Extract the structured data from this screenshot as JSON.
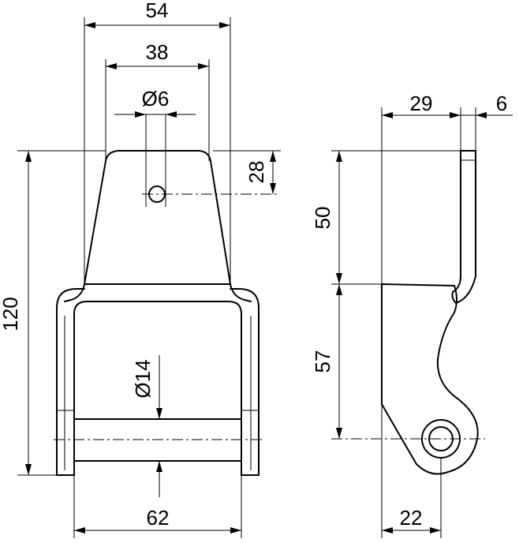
{
  "front_view": {
    "dim_top_width": "54",
    "dim_top_inner": "38",
    "dim_hole_small": "Ø6",
    "dim_hole_offset": "28",
    "dim_total_height": "120",
    "dim_pin": "Ø14",
    "dim_bottom_width": "62"
  },
  "side_view": {
    "dim_offset": "29",
    "dim_thickness": "6",
    "dim_upper_height": "50",
    "dim_lower_height": "57",
    "dim_bottom": "22"
  }
}
